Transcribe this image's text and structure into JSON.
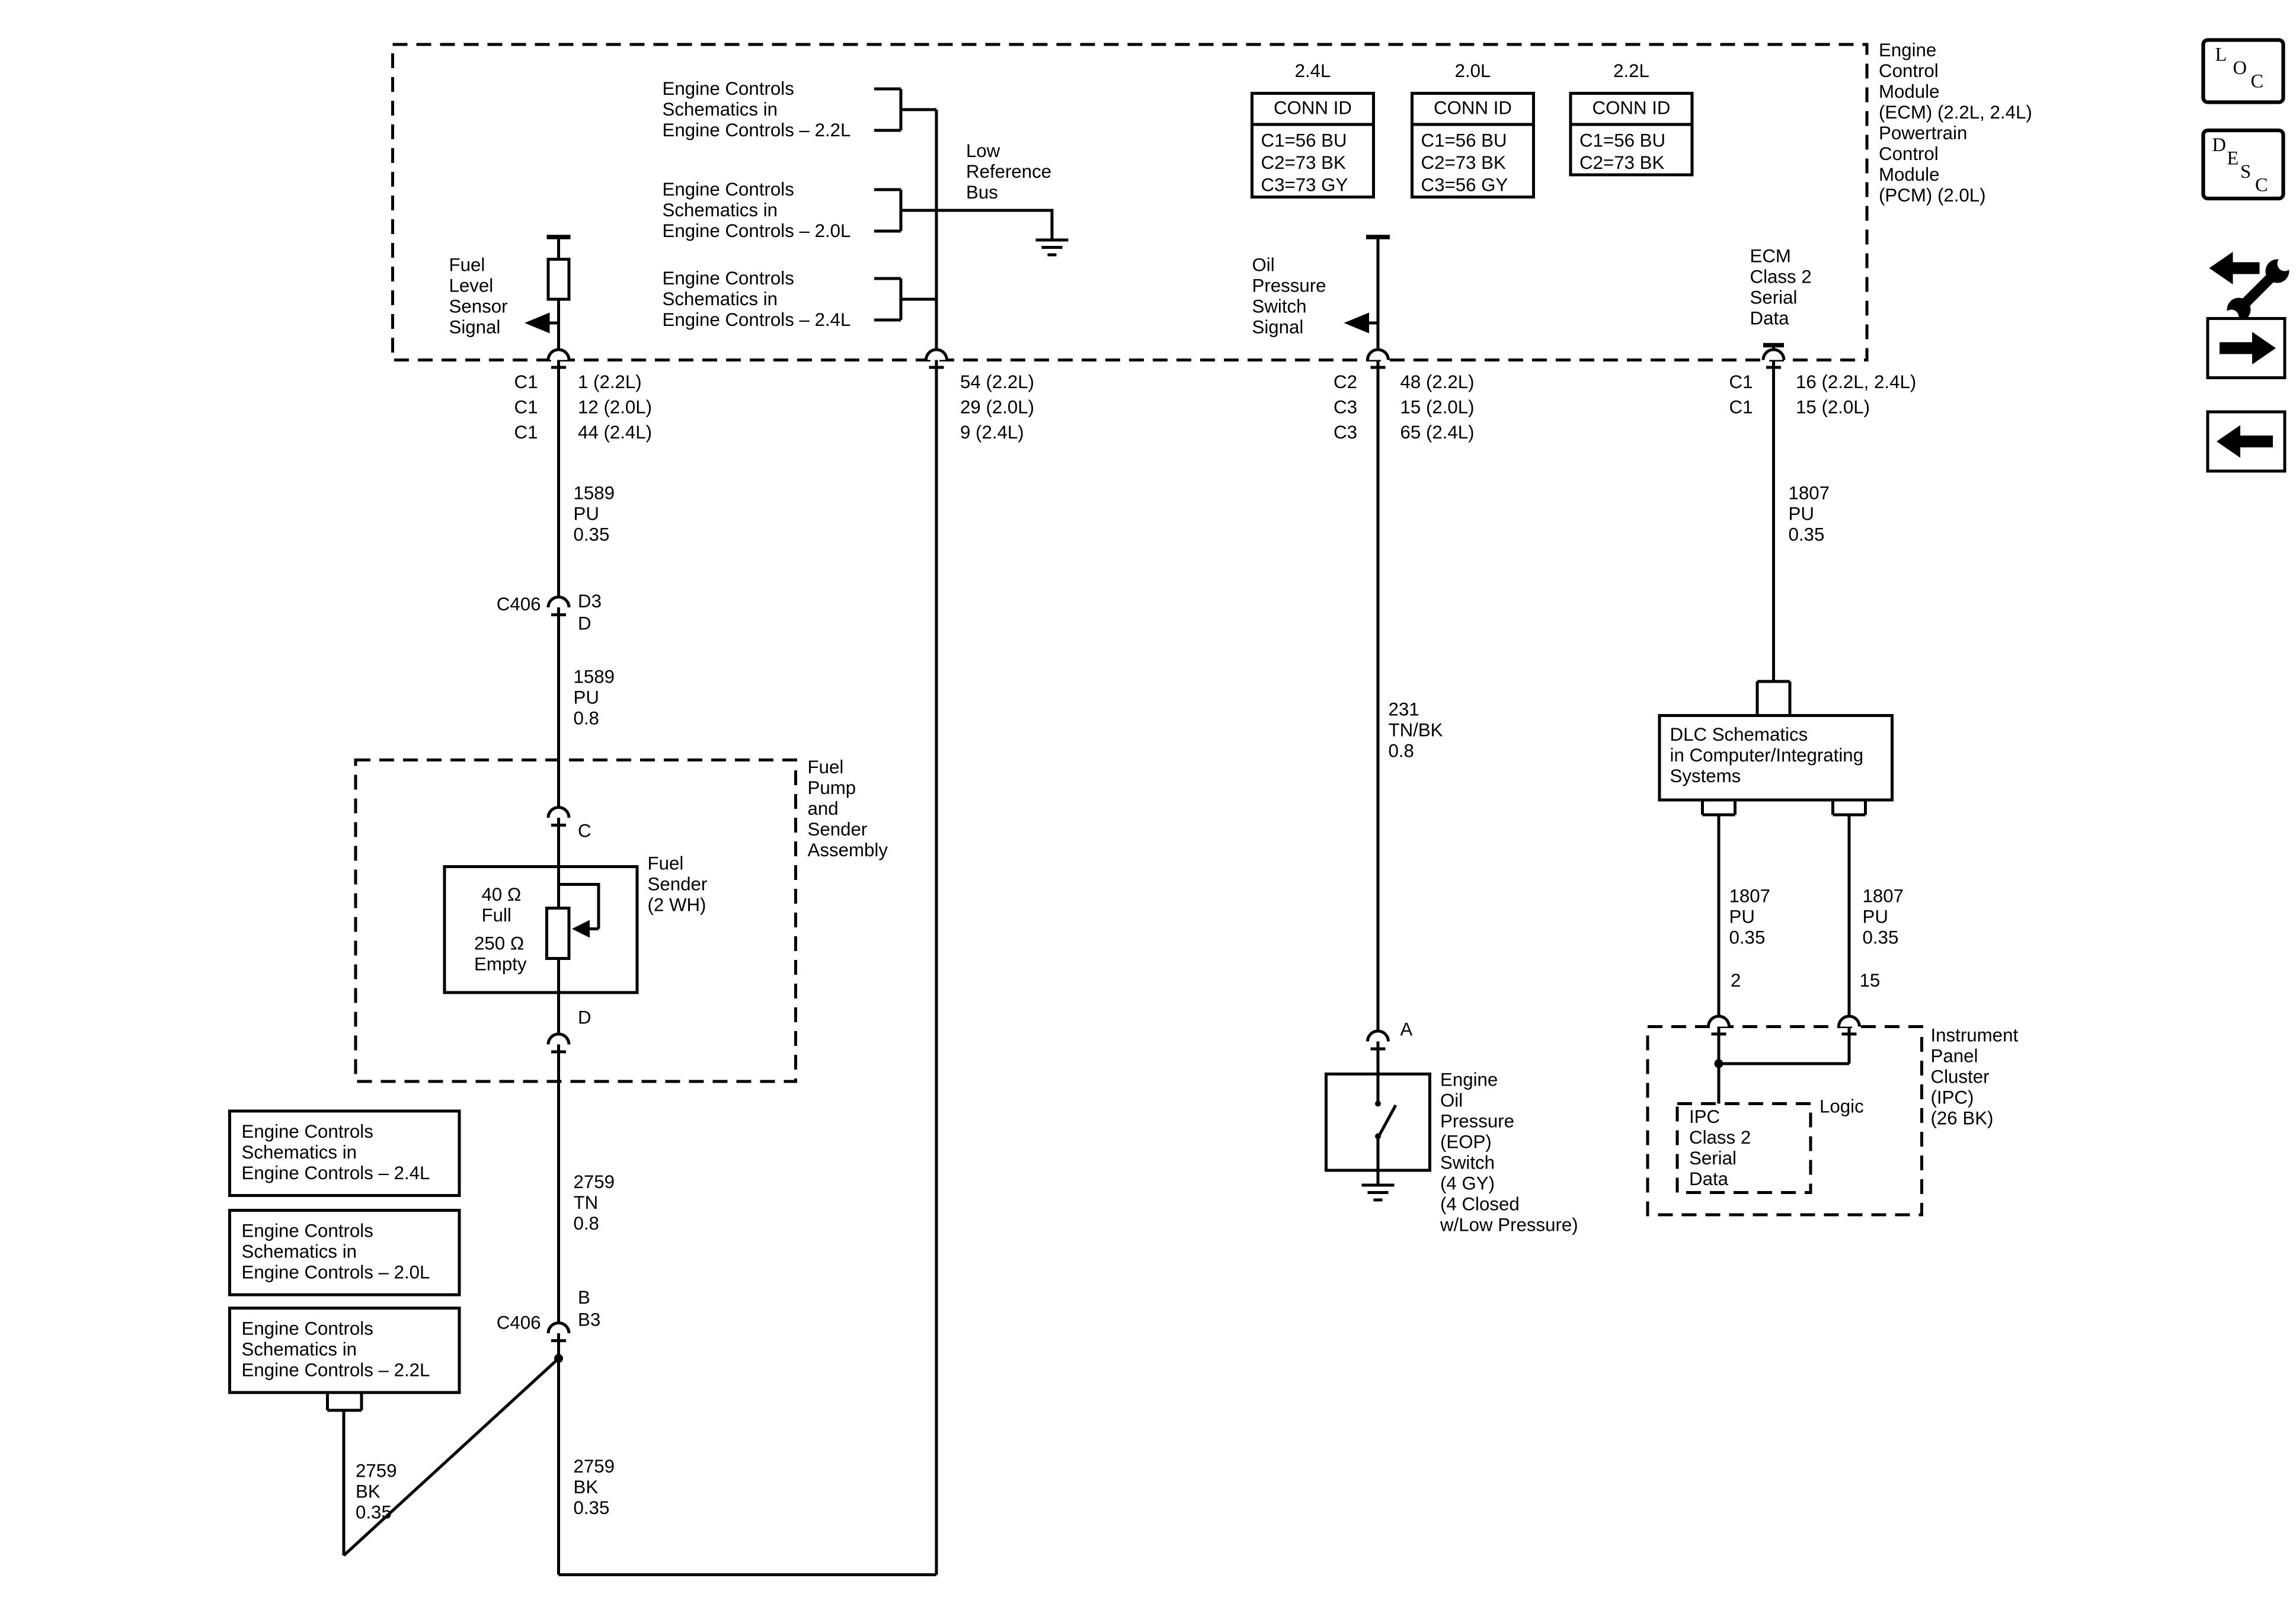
{
  "nav": {
    "loc_letters": [
      "L",
      "O",
      "C"
    ],
    "desc_letters": [
      "D",
      "E",
      "S",
      "C"
    ]
  },
  "ecm": {
    "module_label": "Engine\nControl\nModule\n(ECM) (2.2L, 2.4L)\nPowertrain\nControl\nModule\n(PCM) (2.0L)",
    "schematic_refs": [
      "Engine Controls\nSchematics in\nEngine Controls – 2.2L",
      "Engine Controls\nSchematics in\nEngine Controls – 2.0L",
      "Engine Controls\nSchematics in\nEngine Controls – 2.4L"
    ],
    "low_reference_bus": "Low\nReference\nBus",
    "fuel_level_sensor_signal": "Fuel\nLevel\nSensor\nSignal",
    "oil_pressure_switch_signal": "Oil\nPressure\nSwitch\nSignal",
    "class2_serial_data": "ECM\nClass 2\nSerial\nData"
  },
  "conn_id_tables": [
    {
      "engine": "2.4L",
      "header": "CONN ID",
      "rows": "C1=56 BU\nC2=73 BK\nC3=73 GY"
    },
    {
      "engine": "2.0L",
      "header": "CONN ID",
      "rows": "C1=56 BU\nC2=73 BK\nC3=56 GY"
    },
    {
      "engine": "2.2L",
      "header": "CONN ID",
      "rows": "C1=56 BU\nC2=73 BK"
    }
  ],
  "ecm_pins": {
    "fuel": {
      "left": "C1\nC1\nC1",
      "right": "1 (2.2L)\n12 (2.0L)\n44 (2.4L)"
    },
    "bus": {
      "right": "54 (2.2L)\n29 (2.0L)\n9 (2.4L)"
    },
    "oil": {
      "left": "C2\nC3\nC3",
      "right": "48 (2.2L)\n15 (2.0L)\n65 (2.4L)"
    },
    "serial": {
      "left": "C1\nC1",
      "right": "16 (2.2L, 2.4L)\n15 (2.0L)"
    }
  },
  "wire_labels": {
    "fuel_upper": "1589\nPU\n0.35",
    "fuel_lower": "1589\nPU\n0.8",
    "sender_return": "2759\nTN\n0.8",
    "return_right": "2759\nBK\n0.35",
    "return_left": "2759\nBK\n0.35",
    "oil": "231\nTN/BK\n0.8",
    "serial_upper": "1807\nPU\n0.35",
    "serial_left": "1807\nPU\n0.35",
    "serial_right": "1807\nPU\n0.35"
  },
  "connectors": {
    "c406_upper": {
      "name": "C406",
      "pins": "D3\nD"
    },
    "c406_lower": {
      "name": "C406",
      "pins": "B\nB3"
    },
    "sender_top_pin": "C",
    "sender_bottom_pin": "D",
    "eop_pin": "A",
    "ipc_pin_left": "2",
    "ipc_pin_right": "15"
  },
  "fuel_assembly": {
    "label": "Fuel\nPump\nand\nSender\nAssembly",
    "sender_label": "Fuel\nSender\n(2 WH)",
    "full_label": "40 Ω\nFull",
    "empty_label": "250 Ω\nEmpty"
  },
  "eop_switch": {
    "label": "Engine\nOil\nPressure\n(EOP)\nSwitch\n(4 GY)\n(4 Closed\nw/Low Pressure)"
  },
  "dlc": {
    "label": "DLC Schematics\nin Computer/Integrating\nSystems"
  },
  "ipc": {
    "label": "Instrument\nPanel\nCluster\n(IPC)\n(26 BK)",
    "inner_label": "IPC\nClass 2\nSerial\nData",
    "logic_label": "Logic"
  },
  "bottom_refs": [
    "Engine Controls\nSchematics in\nEngine Controls – 2.4L",
    "Engine Controls\nSchematics in\nEngine Controls – 2.0L",
    "Engine Controls\nSchematics in\nEngine Controls – 2.2L"
  ],
  "colors": {
    "line": "#000000",
    "background": "#ffffff"
  }
}
